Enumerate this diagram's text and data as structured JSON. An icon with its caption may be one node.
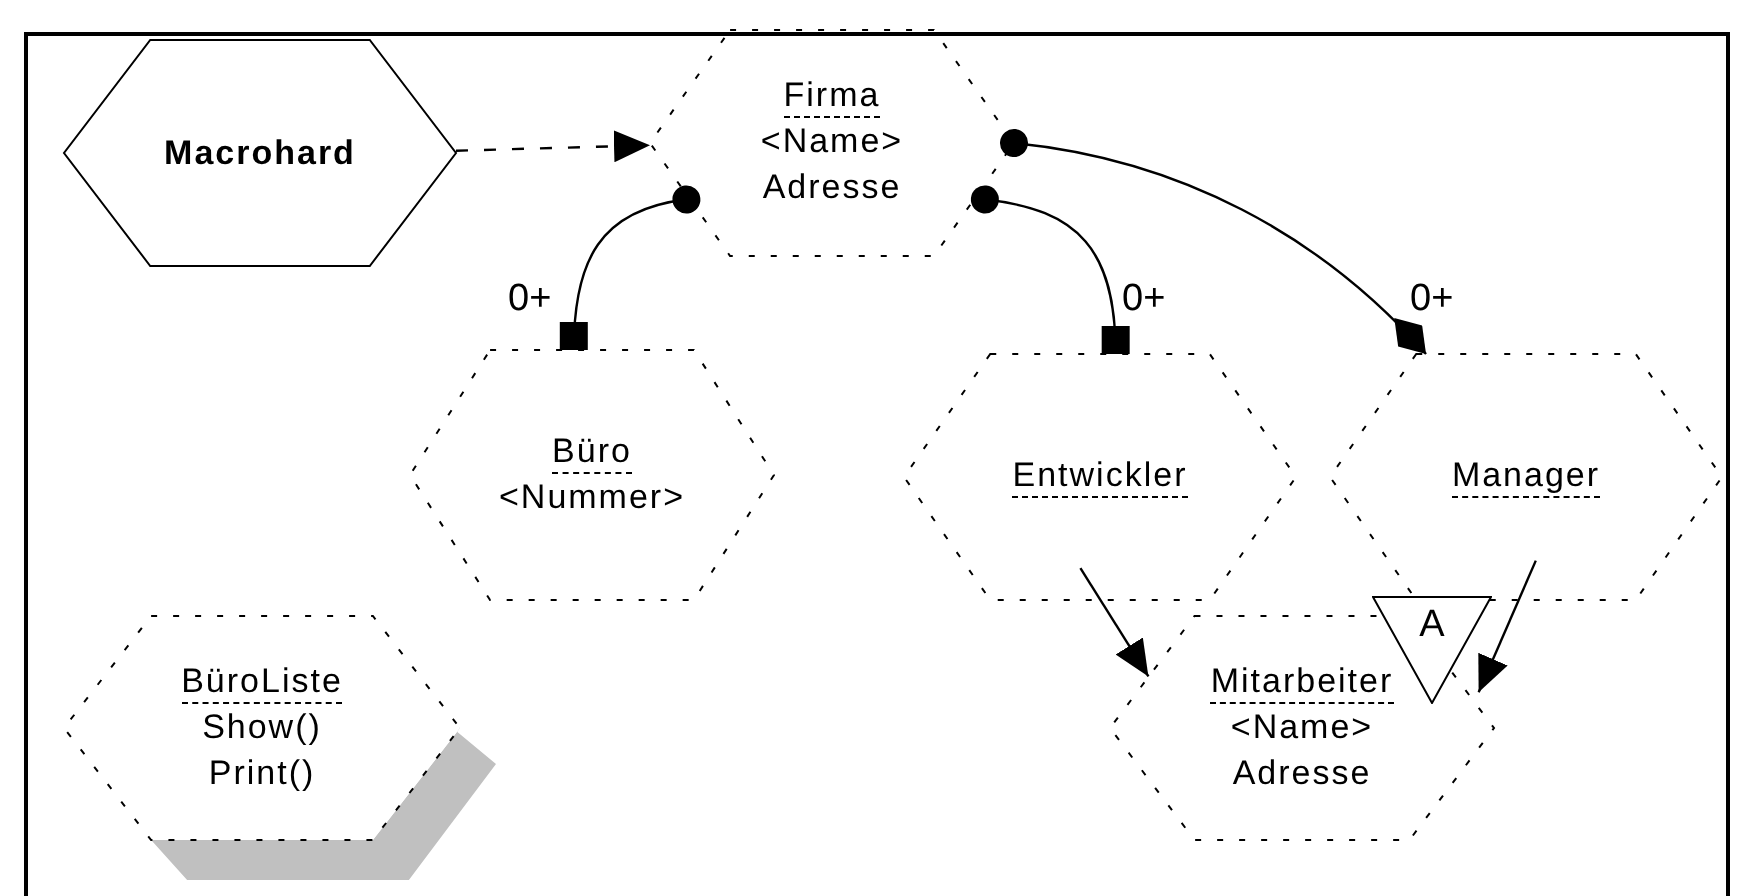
{
  "diagram": {
    "nodes": [
      {
        "text": [
          "Macrohard"
        ]
      },
      {
        "text": [
          "Firma",
          "<Name>",
          "Adresse"
        ]
      },
      {
        "text": [
          "Büro",
          "<Nummer>"
        ]
      },
      {
        "text": [
          "Entwickler"
        ]
      },
      {
        "text": [
          "Manager"
        ]
      },
      {
        "text": [
          "BüroListe",
          "Show()",
          "Print()"
        ]
      },
      {
        "text": [
          "Mitarbeiter",
          "<Name>",
          "Adresse"
        ],
        "beside": [
          "A"
        ]
      }
    ],
    "edges": [
      {
        "from": 0,
        "to": 1,
        "arrow": "to",
        "style": "dashed"
      },
      {
        "from": 1,
        "to": 2,
        "arrow": "other",
        "label": "0+"
      },
      {
        "from": 1,
        "to": 3,
        "arrow": "other",
        "label": "0+"
      },
      {
        "from": 1,
        "to": 4,
        "arrow": "other",
        "label": "0+"
      },
      {
        "from": 3,
        "to": 6,
        "arrow": "to"
      },
      {
        "from": 4,
        "to": 6,
        "arrow": "to"
      }
    ]
  }
}
